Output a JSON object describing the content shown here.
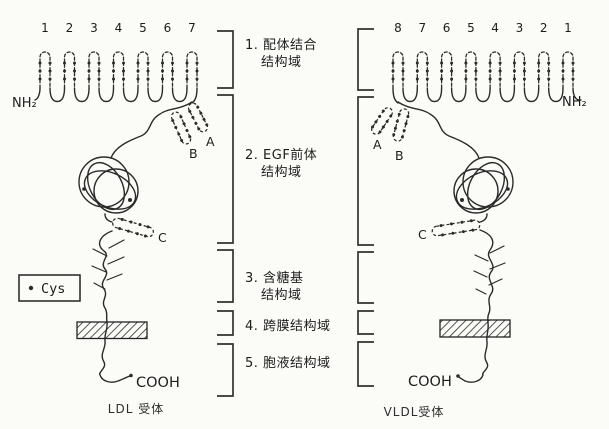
{
  "domains": [
    {
      "line1": "1. 配体结合",
      "line2": "结构域"
    },
    {
      "line1": "2. EGF前体",
      "line2": "结构域"
    },
    {
      "line1": "3. 含糖基",
      "line2": "结构域"
    },
    {
      "line1": "4. 跨膜结构域",
      "line2": ""
    },
    {
      "line1": "5. 胞液结构域",
      "line2": ""
    }
  ],
  "legend": {
    "label": "Cys"
  },
  "left": {
    "caption": "LDL 受体",
    "nh2": "NH₂",
    "cooh": "COOH",
    "numbers": [
      "1",
      "2",
      "3",
      "4",
      "5",
      "6",
      "7"
    ],
    "a": "A",
    "b": "B",
    "c": "C"
  },
  "right": {
    "caption": "VLDL受体",
    "nh2": "NH₂",
    "cooh": "COOH",
    "numbers": [
      "8",
      "7",
      "6",
      "5",
      "4",
      "3",
      "2",
      "1"
    ],
    "a": "A",
    "b": "B",
    "c": "C"
  },
  "colors": {
    "ink": "#2b2b2b",
    "background": "#fbfbf8"
  }
}
